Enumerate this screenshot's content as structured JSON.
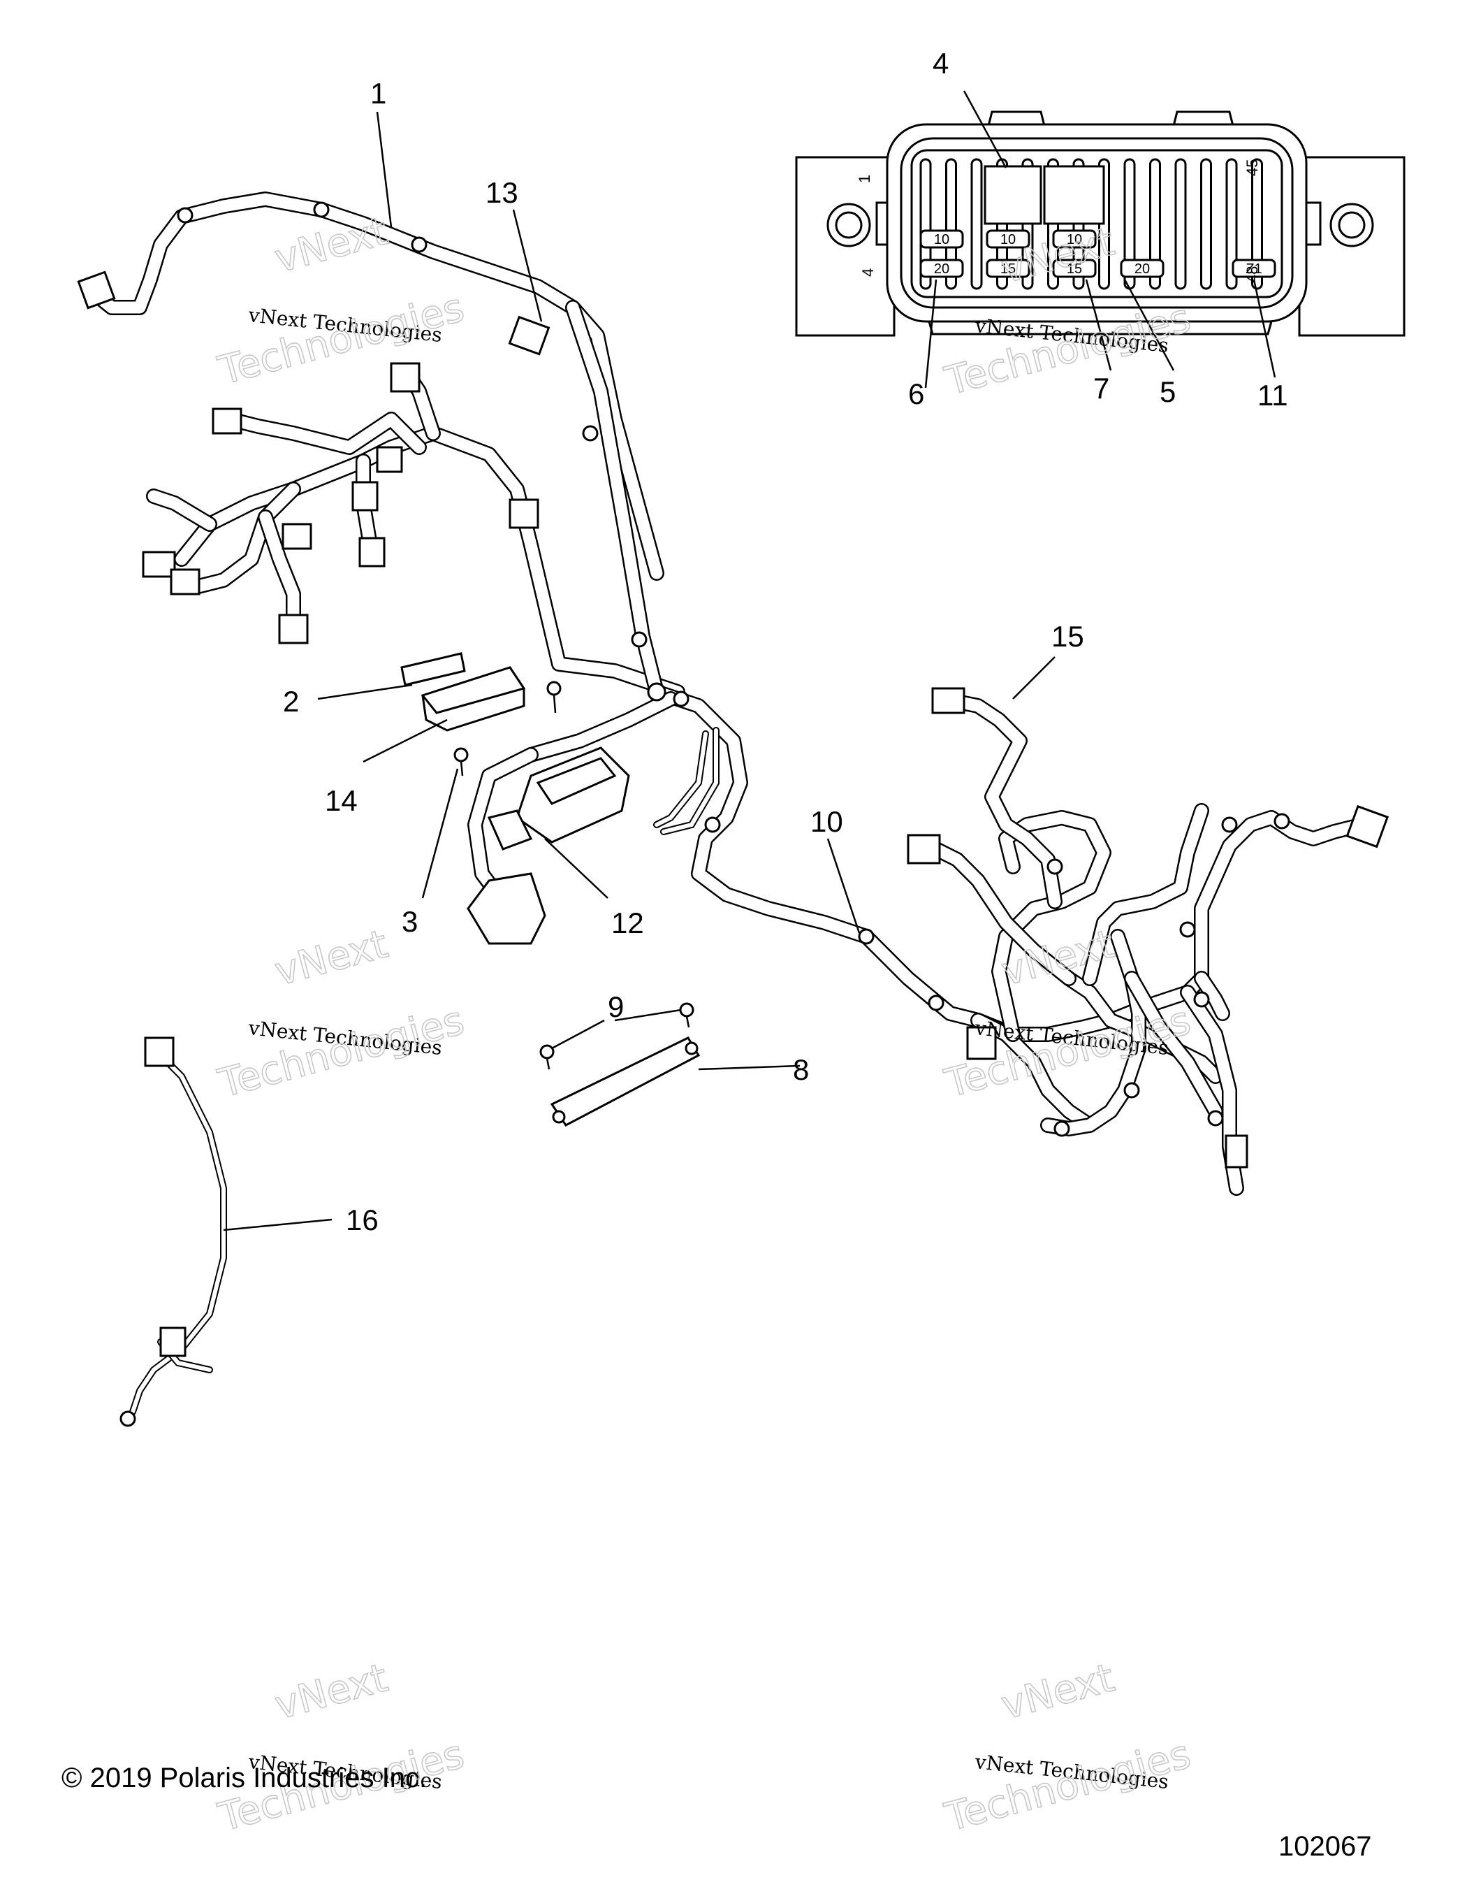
{
  "callouts": [
    {
      "id": "1",
      "label": "1"
    },
    {
      "id": "2",
      "label": "2"
    },
    {
      "id": "3",
      "label": "3"
    },
    {
      "id": "4",
      "label": "4"
    },
    {
      "id": "5",
      "label": "5"
    },
    {
      "id": "6",
      "label": "6"
    },
    {
      "id": "7",
      "label": "7"
    },
    {
      "id": "8",
      "label": "8"
    },
    {
      "id": "9",
      "label": "9"
    },
    {
      "id": "10",
      "label": "10"
    },
    {
      "id": "11",
      "label": "11"
    },
    {
      "id": "12",
      "label": "12"
    },
    {
      "id": "13",
      "label": "13"
    },
    {
      "id": "14",
      "label": "14"
    },
    {
      "id": "15",
      "label": "15"
    },
    {
      "id": "16",
      "label": "16"
    }
  ],
  "fuse_box": {
    "pin_labels": {
      "top_right": "45",
      "bottom_right": "48",
      "top_left": "1",
      "bottom_left": "4"
    },
    "fuses_top_row": [
      "10",
      "10",
      "10"
    ],
    "fuses_bottom_row": [
      "20",
      "15",
      "15",
      "20",
      "Z1"
    ]
  },
  "watermark": {
    "line1": "vNext",
    "line2": "vNext Technologies",
    "line3": "Technologies"
  },
  "footer": {
    "copyright": "© 2019 Polaris Industries Inc.",
    "diagram_number": "102067"
  }
}
